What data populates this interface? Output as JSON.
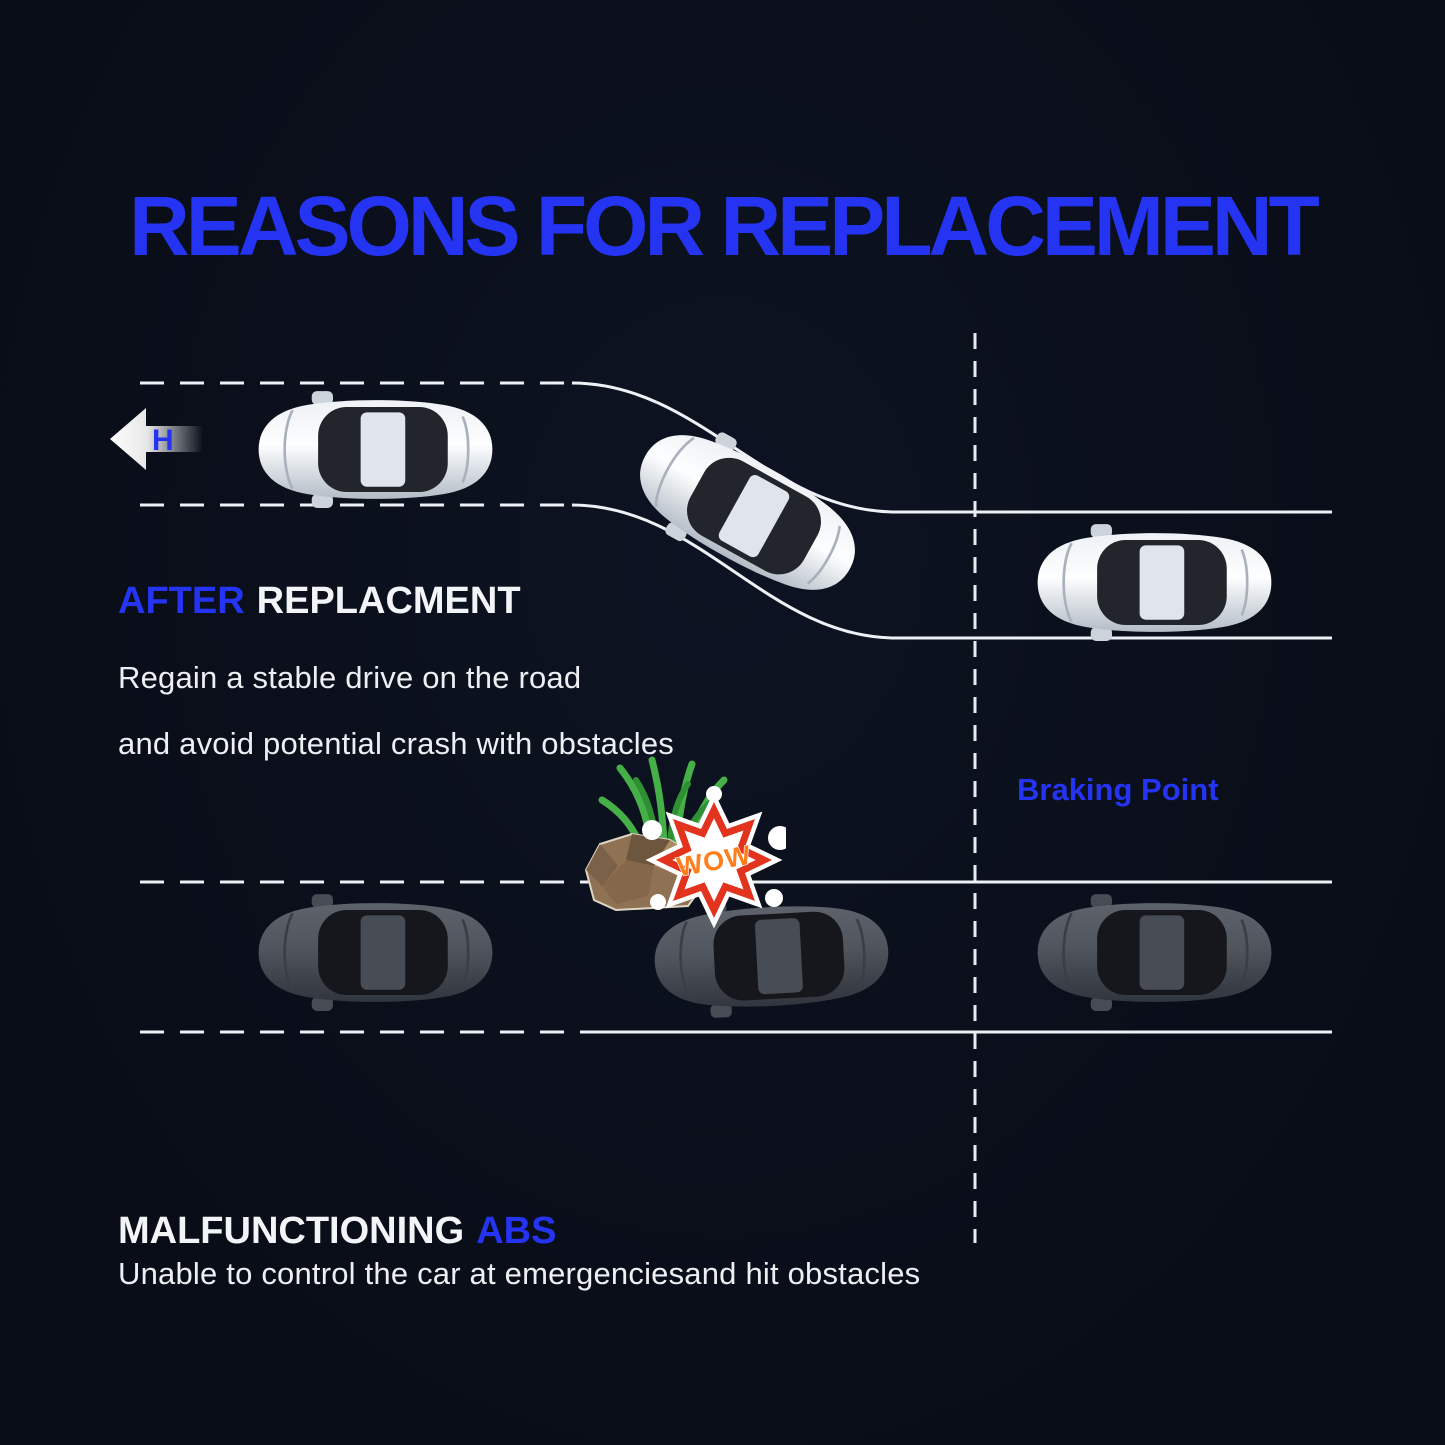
{
  "page": {
    "title": "REASONS FOR REPLACEMENT",
    "background_color": "#0a0e1a",
    "accent_color": "#2434f2",
    "text_color": "#edeff3"
  },
  "after_section": {
    "arrow_label": "H",
    "heading_accent": "AFTER",
    "heading_rest": "REPLACMENT",
    "body_line1": "Regain a stable drive on the road",
    "body_line2": "and avoid potential crash with obstacles"
  },
  "braking_point": {
    "label": "Braking Point"
  },
  "obstacle": {
    "explosion_label": "WOW"
  },
  "malfunction_section": {
    "heading_main": "MALFUNCTIONING",
    "heading_accent": "ABS",
    "body_line1": "Unable to control the car at emergenciesand hit obstacles"
  }
}
